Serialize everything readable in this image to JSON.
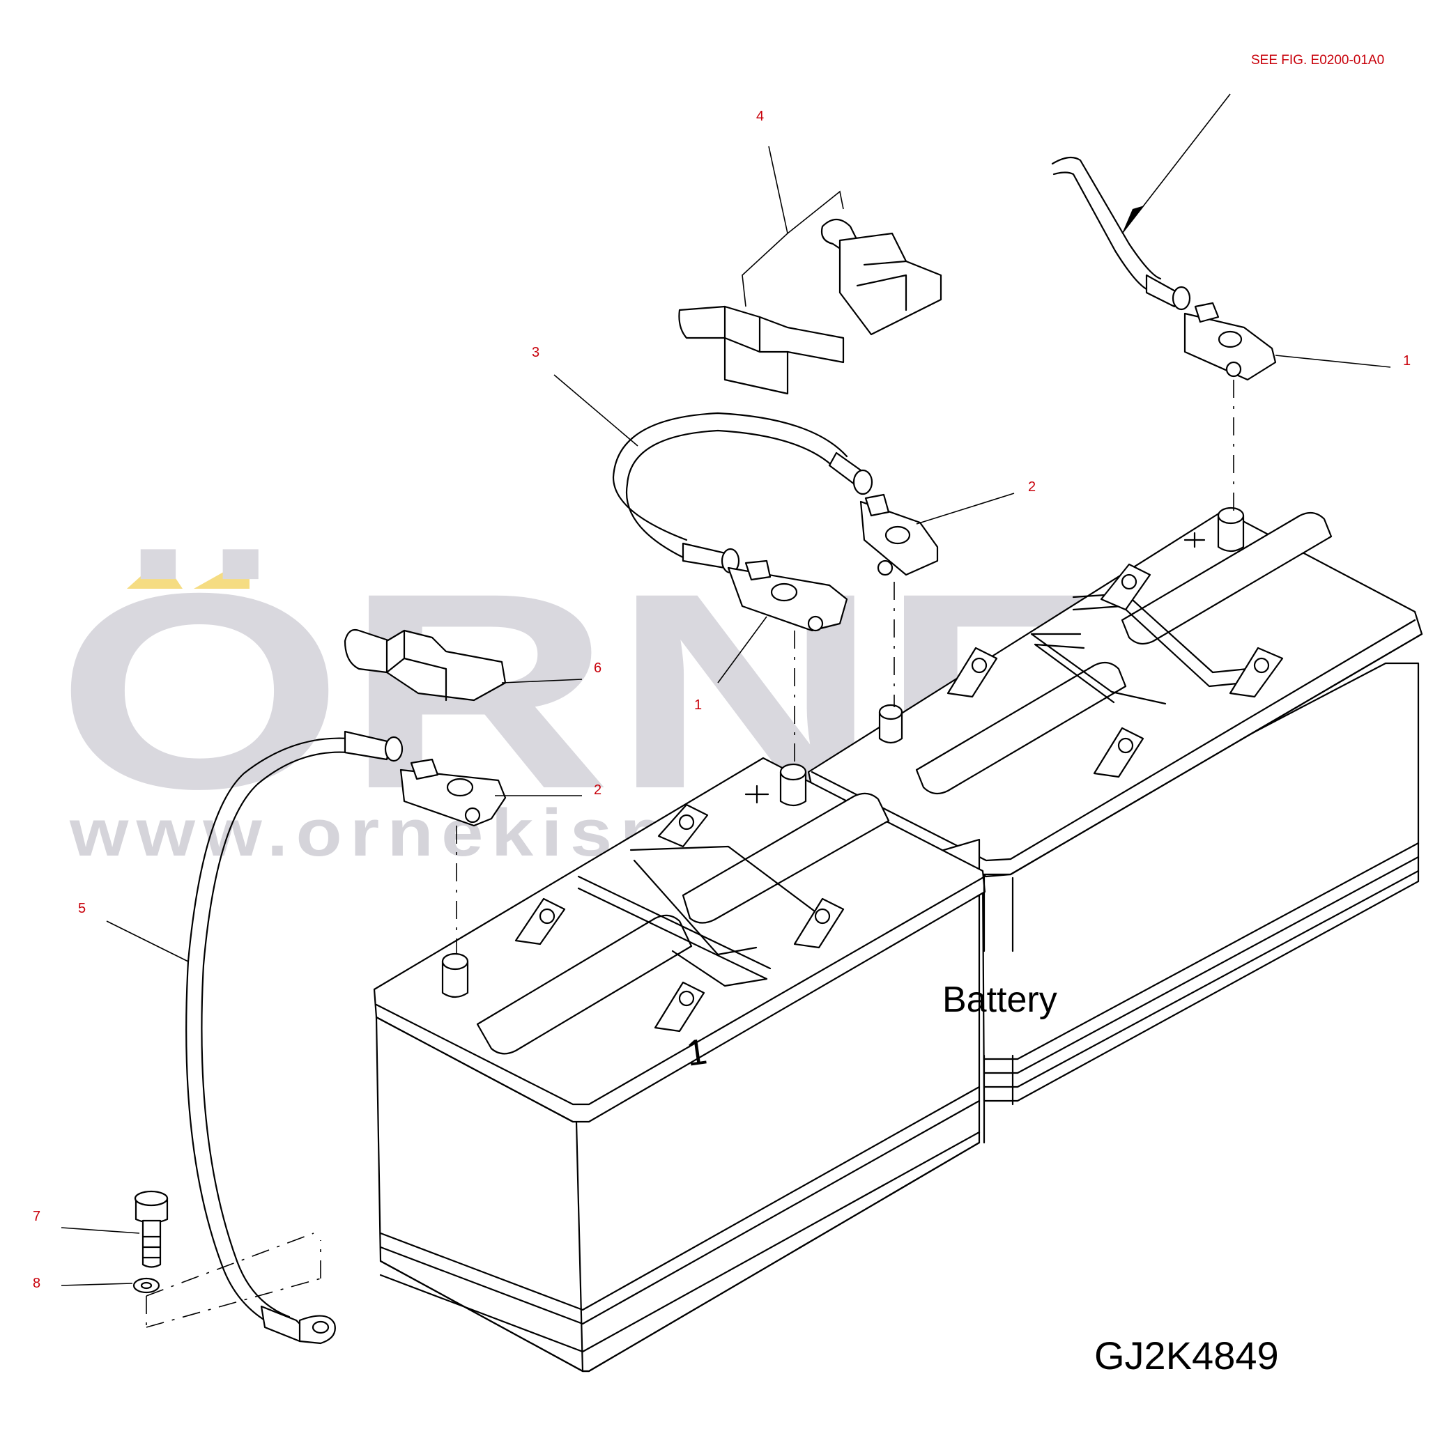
{
  "diagram": {
    "reference": "SEE FIG. E0200-01A0",
    "figure_code": "GJ2K4849",
    "caption": "Battery",
    "battery_number": "1",
    "callouts": [
      {
        "id": "c4",
        "label": "4"
      },
      {
        "id": "c3",
        "label": "3"
      },
      {
        "id": "c1a",
        "label": "1"
      },
      {
        "id": "c2a",
        "label": "2"
      },
      {
        "id": "c6",
        "label": "6"
      },
      {
        "id": "c1b",
        "label": "1"
      },
      {
        "id": "c2b",
        "label": "2"
      },
      {
        "id": "c5",
        "label": "5"
      },
      {
        "id": "c7",
        "label": "7"
      },
      {
        "id": "c8",
        "label": "8"
      }
    ]
  },
  "watermark": {
    "brand": "ÖRNEK",
    "url": "www.ornekismakinalari.com.tr"
  },
  "colors": {
    "callout": "#c8000a",
    "watermark": "#d9d8de",
    "watermark_accent": "#f5dc82",
    "line": "#000000"
  }
}
